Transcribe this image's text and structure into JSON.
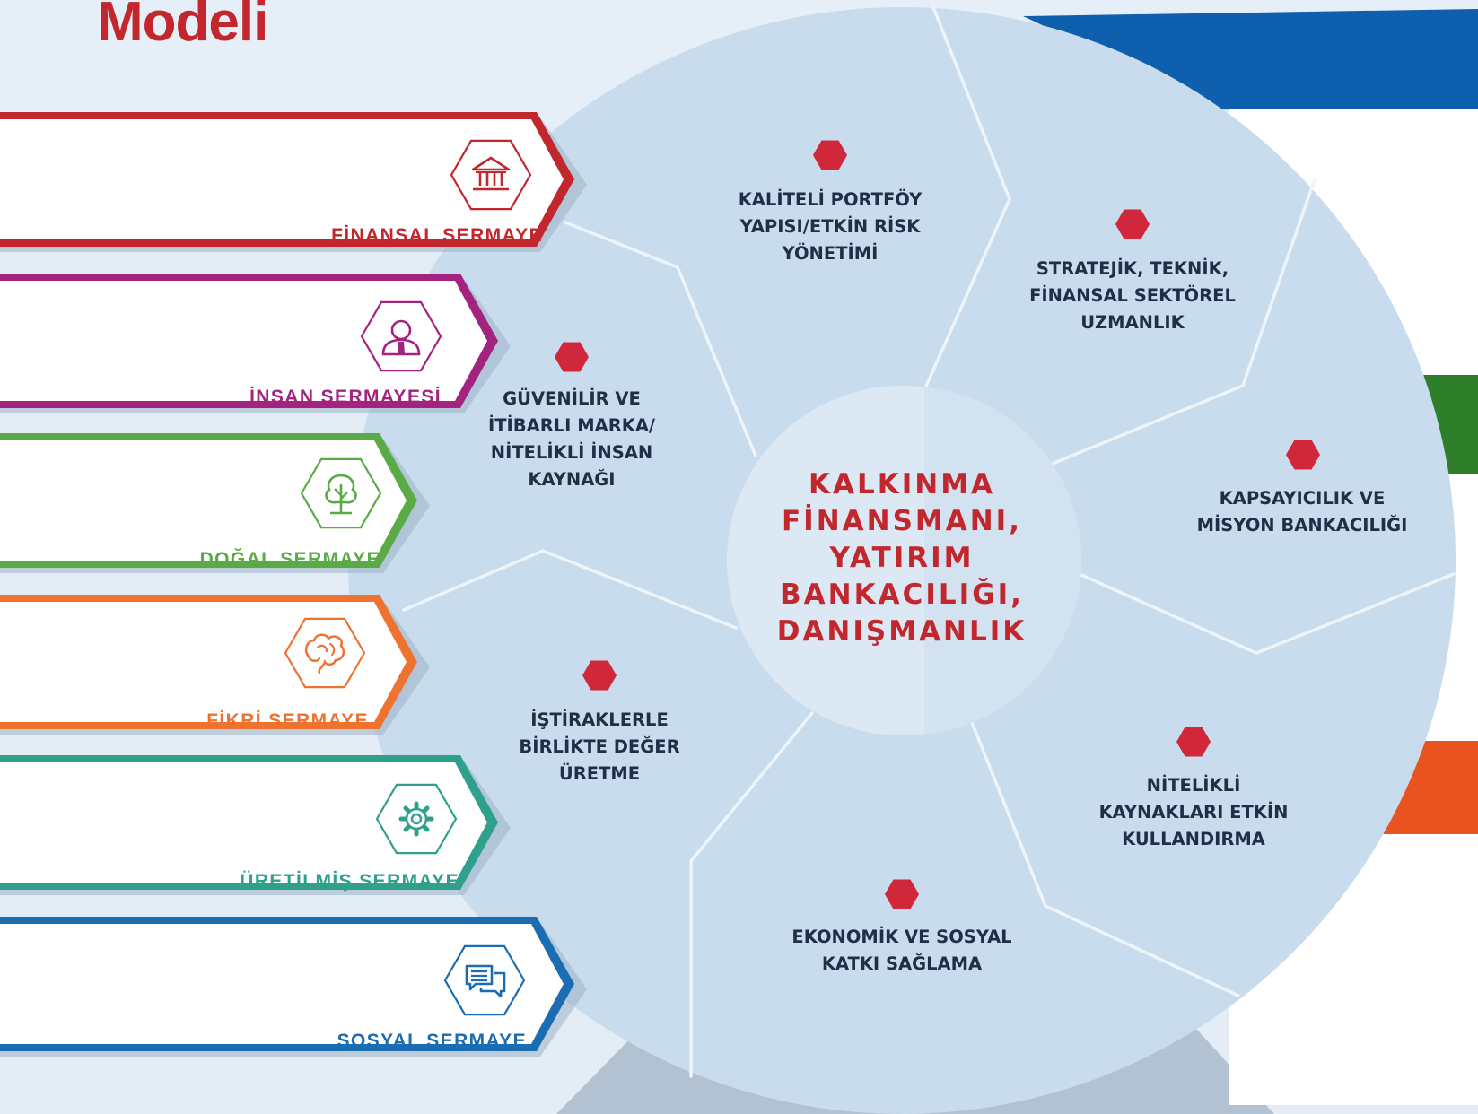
{
  "title": "Modeli",
  "capitals": [
    {
      "label": "FİNANSAL SERMAYE",
      "color": "#c1272d",
      "icon": "bank-icon"
    },
    {
      "label": "İNSAN SERMAYESİ",
      "color": "#a3237f",
      "icon": "person-icon"
    },
    {
      "label": "DOĞAL SERMAYE",
      "color": "#5aab46",
      "icon": "tree-icon"
    },
    {
      "label": "FİKRİ SERMAYE",
      "color": "#ee7330",
      "icon": "brain-icon"
    },
    {
      "label": "ÜRETİLMİŞ SERMAYE",
      "color": "#2fa08c",
      "icon": "gear-icon"
    },
    {
      "label": "SOSYAL SERMAYE",
      "color": "#1a6cb3",
      "icon": "chat-bubbles-icon"
    }
  ],
  "segments": [
    {
      "lines": [
        "KALİTELİ PORTFÖY",
        "YAPISI/ETKİN RİSK",
        "YÖNETİMİ"
      ]
    },
    {
      "lines": [
        "STRATEJİK, TEKNİK,",
        "FİNANSAL SEKTÖREL",
        "UZMANLIK"
      ]
    },
    {
      "lines": [
        "KAPSAYICILIK VE",
        "MİSYON BANKACILIĞI"
      ]
    },
    {
      "lines": [
        "NİTELİKLİ",
        "KAYNAKLARI ETKİN",
        "KULLANDIRMA"
      ]
    },
    {
      "lines": [
        "EKONOMİK VE SOSYAL",
        "KATKI SAĞLAMA"
      ]
    },
    {
      "lines": [
        "İŞTİRAKLERLE",
        "BİRLİKTE DEĞER",
        "ÜRETME"
      ]
    },
    {
      "lines": [
        "GÜVENİLİR VE",
        "İTİBARLI MARKA/",
        "NİTELİKLİ İNSAN",
        "KAYNAĞI"
      ]
    }
  ],
  "center": {
    "lines": [
      "KALKINMA",
      "FİNANSMANI,",
      "YATIRIM",
      "BANKACILIĞI,",
      "DANIŞMANLIK"
    ]
  },
  "colors": {
    "accent_red": "#c1272d",
    "dot_red": "#d0283a",
    "circle_fill": "#c8dced",
    "center_fill": "#dce8f4",
    "background": "#e4edf6",
    "right_blue": "#0e5fae",
    "right_green": "#2f7f2a",
    "right_orange": "#e8531f"
  }
}
